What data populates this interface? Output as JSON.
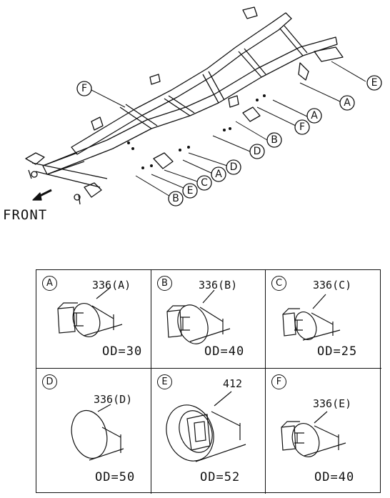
{
  "front_label": "FRONT",
  "frame_callouts": [
    "F",
    "E",
    "A",
    "A",
    "F",
    "B",
    "D",
    "D",
    "A",
    "C",
    "E",
    "B"
  ],
  "plugs": [
    {
      "letter": "A",
      "part": "336(A)",
      "od": "OD=30",
      "shape": "grommet"
    },
    {
      "letter": "B",
      "part": "336(B)",
      "od": "OD=40",
      "shape": "grommet"
    },
    {
      "letter": "C",
      "part": "336(C)",
      "od": "OD=25",
      "shape": "grommet"
    },
    {
      "letter": "D",
      "part": "336(D)",
      "od": "OD=50",
      "shape": "disc"
    },
    {
      "letter": "E",
      "part": "412",
      "od": "OD=52",
      "shape": "cap"
    },
    {
      "letter": "F",
      "part": "336(E)",
      "od": "OD=40",
      "shape": "grommet"
    }
  ]
}
